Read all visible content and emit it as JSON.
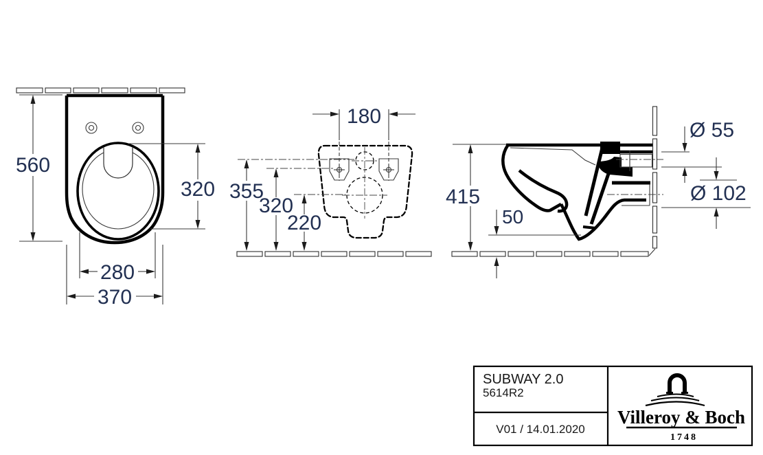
{
  "page": {
    "background": "#ffffff",
    "line_color": "#000000",
    "dim_text_color": "#223052"
  },
  "product": {
    "series": "SUBWAY 2.0",
    "article_number": "5614R2",
    "revision": "V01 / 14.01.2020"
  },
  "brand": {
    "name": "Villeroy & Boch",
    "founded_year": "1748"
  },
  "views": {
    "top_view": {
      "dimensions": {
        "total_depth": "560",
        "bowl_depth": "320",
        "bowl_width": "280",
        "total_width": "370"
      }
    },
    "rear_view": {
      "dimensions": {
        "fixing_hole_spacing": "180",
        "water_inlet_height": "355",
        "fixing_hole_height": "320",
        "outlet_height": "220"
      }
    },
    "side_view": {
      "dimensions": {
        "rim_height": "415",
        "bowl_low_point_clearance": "50",
        "water_inlet_diameter": "Ø 55",
        "outlet_diameter": "Ø 102"
      }
    }
  }
}
